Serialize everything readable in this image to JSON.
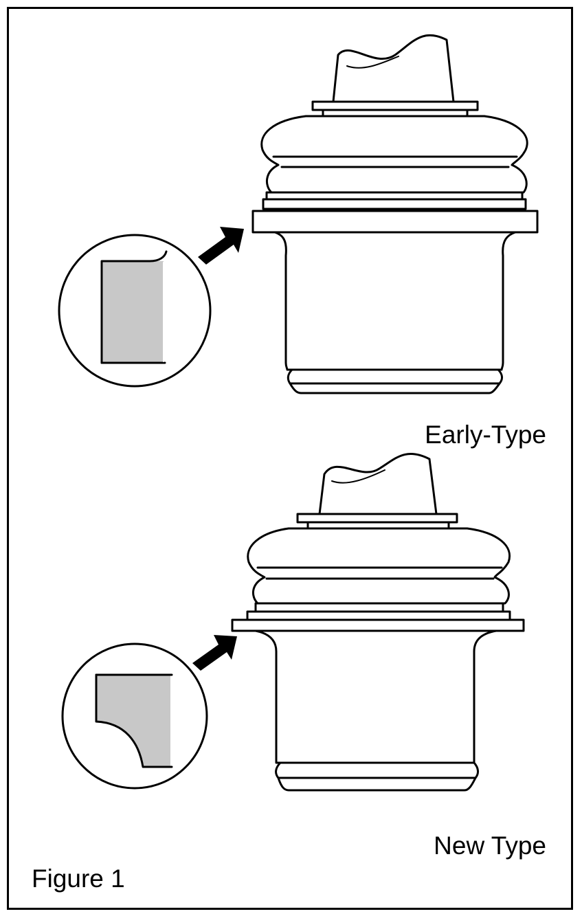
{
  "labels": {
    "early_type": "Early-Type",
    "new_type": "New Type",
    "figure": "Figure 1"
  },
  "colors": {
    "stroke": "#000000",
    "detail_fill": "#c8c8c8",
    "background": "#ffffff"
  }
}
